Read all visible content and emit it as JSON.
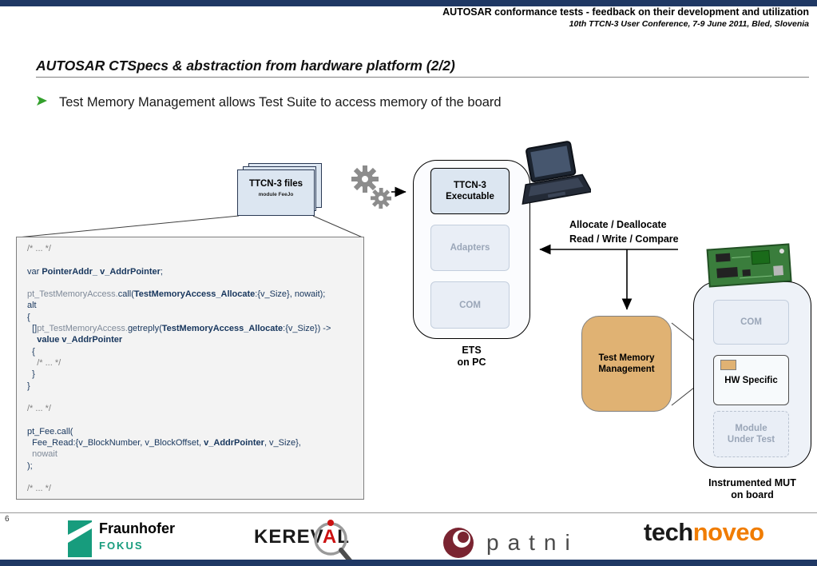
{
  "header": {
    "title": "AUTOSAR conformance tests - feedback on their development and utilization",
    "subtitle": "10th TTCN-3 User Conference, 7-9 June 2011, Bled, Slovenia"
  },
  "slide": {
    "title": "AUTOSAR CTSpecs & abstraction from hardware platform (2/2)",
    "bullet_text": "Test Memory Management allows Test Suite to access memory of the board",
    "page_number": "6"
  },
  "icons": {
    "bullet_arrow": "green-arrowhead",
    "gears": "processing-gears",
    "laptop": "laptop-computer",
    "circuit_board": "embedded-board",
    "magnifier": "magnifying-glass"
  },
  "diagram": {
    "files_label": "TTCN-3 files",
    "files_module": "module FeeJo",
    "ets_executable": "TTCN-3\nExecutable",
    "ets_adapters": "Adapters",
    "ets_com": "COM",
    "ets_caption": "ETS\non PC",
    "ops_line1": "Allocate / Deallocate",
    "ops_line2": "Read / Write / Compare",
    "tmm_label": "Test Memory\nManagement",
    "mut_com": "COM",
    "mut_hw": "HW Specific",
    "mut_module": "Module\nUnder Test",
    "mut_caption": "Instrumented MUT\non board"
  },
  "code": {
    "lines": [
      [
        {
          "t": "/* ... */",
          "c": true
        }
      ],
      [],
      [
        {
          "t": "var "
        },
        {
          "t": "PointerAddr_",
          "b": true
        },
        {
          "t": " "
        },
        {
          "t": "v_AddrPointer",
          "b": true
        },
        {
          "t": ";"
        }
      ],
      [],
      [
        {
          "t": "pt_TestMemoryAccess.",
          "m": true
        },
        {
          "t": "call("
        },
        {
          "t": "TestMemoryAccess_Allocate",
          "b": true
        },
        {
          "t": ":{v_Size}, nowait);"
        }
      ],
      [
        {
          "t": "alt"
        }
      ],
      [
        {
          "t": "{"
        }
      ],
      [
        {
          "t": "  []"
        },
        {
          "t": "pt_TestMemoryAccess.",
          "m": true
        },
        {
          "t": "getreply("
        },
        {
          "t": "TestMemoryAccess_Allocate",
          "b": true
        },
        {
          "t": ":{v_Size}) ->"
        }
      ],
      [
        {
          "t": "    "
        },
        {
          "t": "value v_AddrPointer",
          "b": true
        }
      ],
      [
        {
          "t": "  {"
        }
      ],
      [
        {
          "t": "    /* ... */",
          "c": true
        }
      ],
      [
        {
          "t": "  }"
        }
      ],
      [
        {
          "t": "}"
        }
      ],
      [],
      [
        {
          "t": "/* ... */",
          "c": true
        }
      ],
      [],
      [
        {
          "t": "pt_Fee.call("
        }
      ],
      [
        {
          "t": "  Fee_Read:{v_BlockNumber, v_BlockOffset, "
        },
        {
          "t": "v_AddrPointer",
          "b": true
        },
        {
          "t": ", v_Size},"
        }
      ],
      [
        {
          "t": "  nowait",
          "m": true
        }
      ],
      [
        {
          "t": ");"
        }
      ],
      [],
      [
        {
          "t": "/* ... */",
          "c": true
        }
      ]
    ]
  },
  "footer": {
    "fraunhofer_name": "Fraunhofer",
    "fraunhofer_sub": "FOKUS",
    "kereval_part1": "KEREV",
    "kereval_a": "A",
    "kereval_l": "L",
    "patni_text": "patni",
    "technoveo_part1": "tech",
    "technoveo_part2": "noveo"
  },
  "colors": {
    "navy_bar": "#1f3864",
    "box_blue": "#dce6f1",
    "box_tan": "#e0b273",
    "code_text": "#17365d",
    "fraunhofer_green": "#179c7d",
    "technoveo_orange": "#f07c00",
    "kereval_red": "#cc1111",
    "bullet_green": "#33a02c"
  }
}
